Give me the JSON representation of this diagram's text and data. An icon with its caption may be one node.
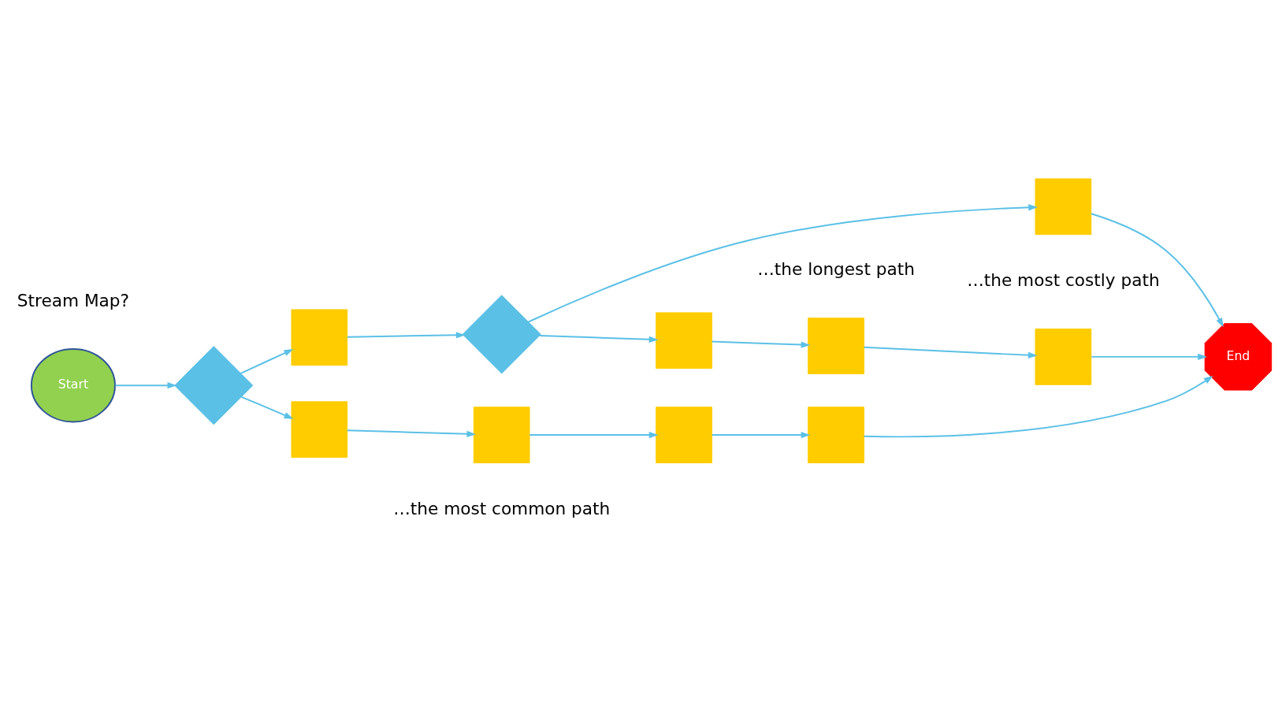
{
  "diagram": {
    "nodes": [
      {
        "text": [
          "Start"
        ]
      },
      {
        "text": [],
        "shape": "diamond"
      },
      {
        "text": [],
        "shape": "box"
      },
      {
        "text": [],
        "shape": "diamond"
      },
      {
        "text": [],
        "shape": "box"
      },
      {
        "text": [],
        "shape": "box"
      },
      {
        "text": [],
        "shape": "box"
      },
      {
        "text": [],
        "shape": "box"
      },
      {
        "text": [],
        "shape": "box"
      },
      {
        "text": [],
        "shape": "box"
      },
      {
        "text": [],
        "shape": "box"
      },
      {
        "text": [],
        "shape": "box"
      },
      {
        "text": [
          "End"
        ]
      }
    ],
    "edges": [
      {
        "from": 0,
        "to": 1,
        "arrow": "to"
      },
      {
        "from": 1,
        "to": 2,
        "arrow": "to"
      },
      {
        "from": 1,
        "to": 8,
        "arrow": "to"
      },
      {
        "from": 2,
        "to": 3,
        "arrow": "to"
      },
      {
        "from": 3,
        "to": 4,
        "arrow": "to"
      },
      {
        "from": 3,
        "to": 7,
        "arrow": "to"
      },
      {
        "from": 4,
        "to": 5,
        "arrow": "to"
      },
      {
        "from": 5,
        "to": 6,
        "arrow": "to"
      },
      {
        "from": 6,
        "to": 12,
        "arrow": "to"
      },
      {
        "from": 7,
        "to": 12,
        "arrow": "to"
      },
      {
        "from": 8,
        "to": 9,
        "arrow": "to"
      },
      {
        "from": 9,
        "to": 10,
        "arrow": "to"
      },
      {
        "from": 10,
        "to": 11,
        "arrow": "to"
      },
      {
        "from": 11,
        "to": 12,
        "arrow": "to"
      }
    ],
    "labels": [
      "Stream Map?",
      "…the longest path",
      "…the most costly path",
      "…the most common path"
    ]
  }
}
